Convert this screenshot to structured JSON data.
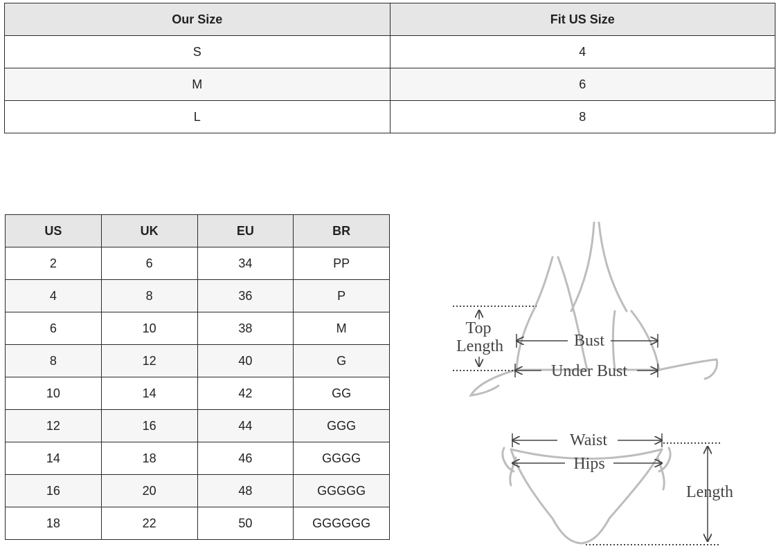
{
  "fit_table": {
    "headers": [
      "Our Size",
      "Fit US Size"
    ],
    "rows": [
      [
        "S",
        "4"
      ],
      [
        "M",
        "6"
      ],
      [
        "L",
        "8"
      ]
    ]
  },
  "conversion_table": {
    "headers": [
      "US",
      "UK",
      "EU",
      "BR"
    ],
    "rows": [
      [
        "2",
        "6",
        "34",
        "PP"
      ],
      [
        "4",
        "8",
        "36",
        "P"
      ],
      [
        "6",
        "10",
        "38",
        "M"
      ],
      [
        "8",
        "12",
        "40",
        "G"
      ],
      [
        "10",
        "14",
        "42",
        "GG"
      ],
      [
        "12",
        "16",
        "44",
        "GGG"
      ],
      [
        "14",
        "18",
        "46",
        "GGGG"
      ],
      [
        "16",
        "20",
        "48",
        "GGGGG"
      ],
      [
        "18",
        "22",
        "50",
        "GGGGGG"
      ]
    ]
  },
  "diagram": {
    "labels": {
      "top_length_1": "Top",
      "top_length_2": "Length",
      "bust": "Bust",
      "under_bust": "Under Bust",
      "waist": "Waist",
      "hips": "Hips",
      "length": "Length"
    }
  }
}
